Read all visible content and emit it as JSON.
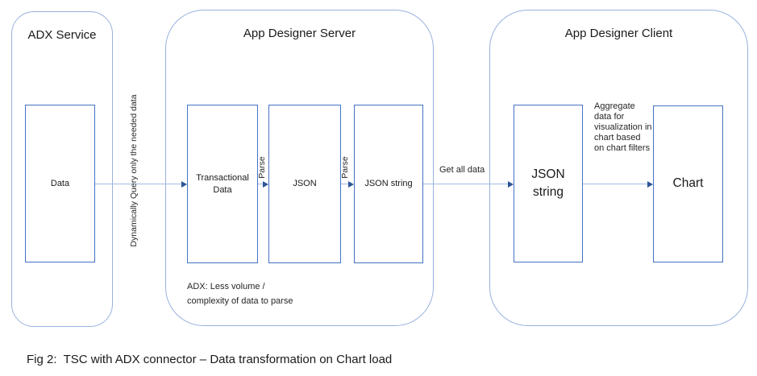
{
  "containers": [
    {
      "title": "ADX Service"
    },
    {
      "title": "App Designer Server"
    },
    {
      "title": "App Designer Client"
    }
  ],
  "boxes": {
    "data": "Data",
    "transactional": "Transactional Data",
    "json": "JSON",
    "json_string_server": "JSON string",
    "json_string_client": "JSON string",
    "chart": "Chart"
  },
  "edge_labels": {
    "dynamic_query": "Dynamically Query only the needed data",
    "parse_1": "Parse",
    "parse_2": "Parse",
    "get_all_data": "Get all data"
  },
  "annotations": {
    "aggregate": "Aggregate data for visualization in chart based on chart filters",
    "adx_note": "ADX: Less volume /\ncomplexity of data to parse"
  },
  "caption": "Fig 2:  TSC with ADX connector – Data transformation on Chart load",
  "colors": {
    "container_border": "#9ab1de",
    "box_border": "#4472c4",
    "arrow_line": "#a3bce4",
    "arrow_head": "#2e5597",
    "text": "#262626"
  }
}
